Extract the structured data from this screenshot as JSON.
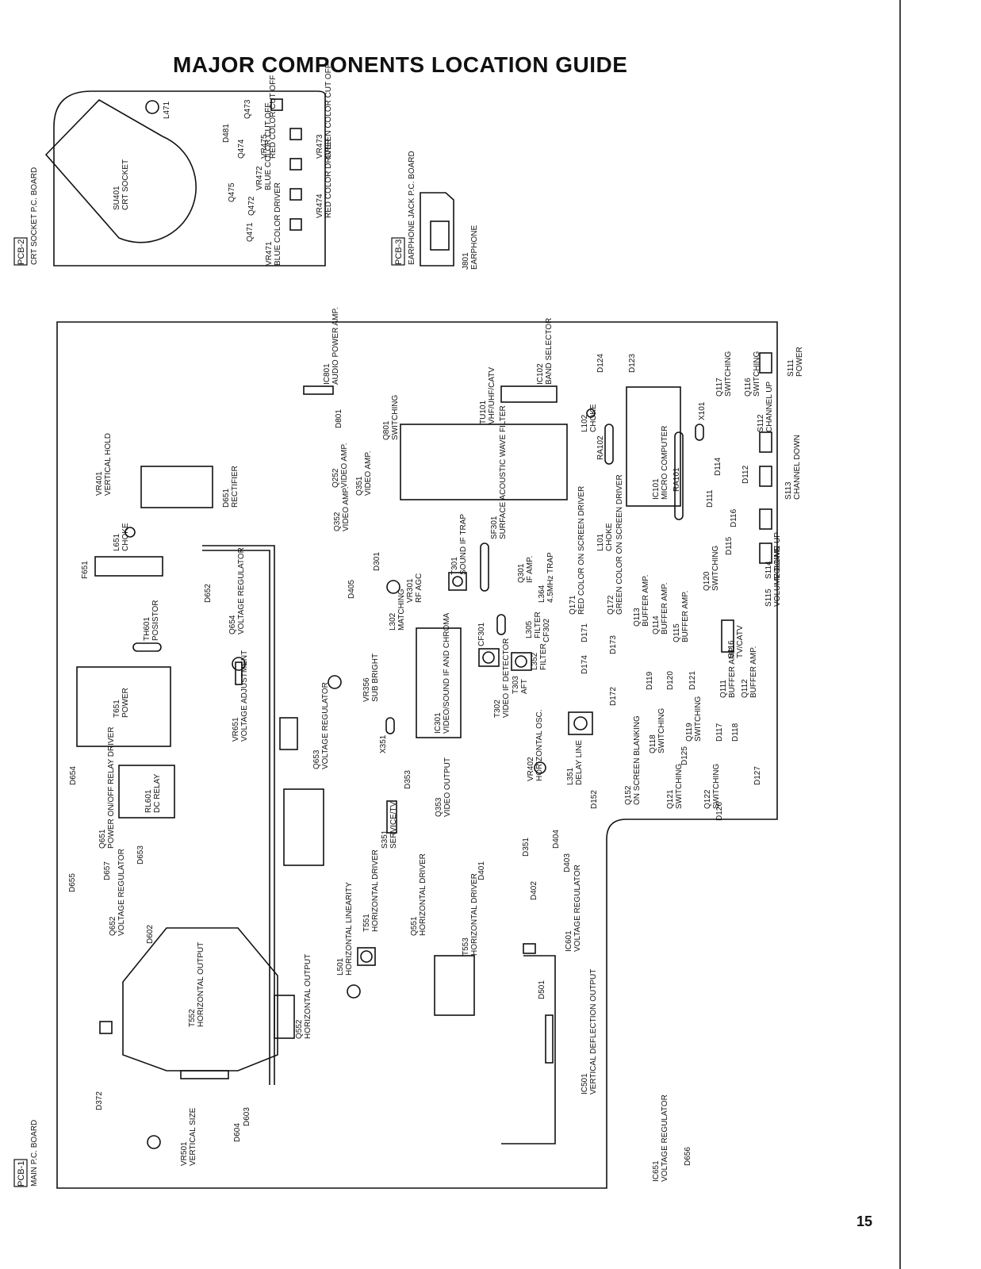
{
  "title": "MAJOR COMPONENTS LOCATION GUIDE",
  "page_number": "15",
  "boards": {
    "pcb2": {
      "tag": "PCB-2",
      "name": "CRT SOCKET P.C. BOARD"
    },
    "pcb3": {
      "tag": "PCB-3",
      "name": "EARPHONE JACK P.C. BOARD"
    },
    "pcb1": {
      "tag": "PCB-1",
      "name": "MAIN P.C. BOARD"
    }
  },
  "components": [
    {
      "ref": "SU401",
      "desc": "CRT SOCKET"
    },
    {
      "ref": "L471",
      "desc": ""
    },
    {
      "ref": "D481",
      "desc": ""
    },
    {
      "ref": "Q473",
      "desc": ""
    },
    {
      "ref": "VR475",
      "desc": "RED COLOR CUT OFF"
    },
    {
      "ref": "Q474",
      "desc": ""
    },
    {
      "ref": "VR473",
      "desc": "GREEN COLOR CUT OFF"
    },
    {
      "ref": "VR472",
      "desc": "BLUE COLOR CUT OFF"
    },
    {
      "ref": "Q475",
      "desc": ""
    },
    {
      "ref": "Q472",
      "desc": ""
    },
    {
      "ref": "VR474",
      "desc": "RED COLOR DRIVER"
    },
    {
      "ref": "Q471",
      "desc": ""
    },
    {
      "ref": "VR471",
      "desc": "BLUE COLOR DRIVER"
    },
    {
      "ref": "J801",
      "desc": "EARPHONE"
    },
    {
      "ref": "VR401",
      "desc": "VERTICAL HOLD"
    },
    {
      "ref": "D651",
      "desc": "RECTIFIER"
    },
    {
      "ref": "L651",
      "desc": "CHOKE"
    },
    {
      "ref": "F651",
      "desc": ""
    },
    {
      "ref": "D652",
      "desc": ""
    },
    {
      "ref": "Q654",
      "desc": "VOLTAGE REGULATOR"
    },
    {
      "ref": "TH601",
      "desc": "POSISTOR"
    },
    {
      "ref": "VR651",
      "desc": "VOLTAGE ADJUSTMENT"
    },
    {
      "ref": "T651",
      "desc": "POWER"
    },
    {
      "ref": "D654",
      "desc": ""
    },
    {
      "ref": "RL601",
      "desc": "DC RELAY"
    },
    {
      "ref": "Q651",
      "desc": "POWER ON/OFF RELAY DRIVER"
    },
    {
      "ref": "D653",
      "desc": ""
    },
    {
      "ref": "D655",
      "desc": ""
    },
    {
      "ref": "D657",
      "desc": ""
    },
    {
      "ref": "Q652",
      "desc": "VOLTAGE REGULATOR"
    },
    {
      "ref": "D602",
      "desc": ""
    },
    {
      "ref": "T552",
      "desc": "HORIZONTAL OUTPUT"
    },
    {
      "ref": "D372",
      "desc": ""
    },
    {
      "ref": "VR501",
      "desc": "VERTICAL SIZE"
    },
    {
      "ref": "D603",
      "desc": ""
    },
    {
      "ref": "D604",
      "desc": ""
    },
    {
      "ref": "IC801",
      "desc": "AUDIO POWER AMP."
    },
    {
      "ref": "D801",
      "desc": ""
    },
    {
      "ref": "Q801",
      "desc": "SWITCHING"
    },
    {
      "ref": "Q252",
      "desc": "VIDEO AMP."
    },
    {
      "ref": "Q351",
      "desc": "VIDEO AMP."
    },
    {
      "ref": "Q352",
      "desc": "VIDEO AMP."
    },
    {
      "ref": "D405",
      "desc": ""
    },
    {
      "ref": "D301",
      "desc": ""
    },
    {
      "ref": "VR301",
      "desc": "RF AGC"
    },
    {
      "ref": "L302",
      "desc": "MATCHING"
    },
    {
      "ref": "VR356",
      "desc": "SUB BRIGHT"
    },
    {
      "ref": "IC301",
      "desc": "VIDEO/SOUND IF AND CHROMA"
    },
    {
      "ref": "X351",
      "desc": ""
    },
    {
      "ref": "Q653",
      "desc": "VOLTAGE REGULATOR"
    },
    {
      "ref": "D353",
      "desc": ""
    },
    {
      "ref": "Q353",
      "desc": "VIDEO OUTPUT"
    },
    {
      "ref": "S351",
      "desc": "SERVICE/TV"
    },
    {
      "ref": "T551",
      "desc": "HORIZONTAL DRIVER"
    },
    {
      "ref": "Q551",
      "desc": "HORIZONTAL DRIVER"
    },
    {
      "ref": "L501",
      "desc": "HORIZONTAL LINEARITY"
    },
    {
      "ref": "Q552",
      "desc": "HORIZONTAL OUTPUT"
    },
    {
      "ref": "TU101",
      "desc": "VHF/UHF/CATV"
    },
    {
      "ref": "IC102",
      "desc": "BAND SELECTOR"
    },
    {
      "ref": "T301",
      "desc": "SOUND IF TRAP"
    },
    {
      "ref": "SF301",
      "desc": "SURFACE ACOUSTIC WAVE FILTER"
    },
    {
      "ref": "Q301",
      "desc": "IF AMP."
    },
    {
      "ref": "L364",
      "desc": "4.5MHz TRAP"
    },
    {
      "ref": "CF301",
      "desc": ""
    },
    {
      "ref": "CF302",
      "desc": ""
    },
    {
      "ref": "L305",
      "desc": "FILTER"
    },
    {
      "ref": "L352",
      "desc": "FILTER"
    },
    {
      "ref": "T302",
      "desc": "VIDEO IF DETECTOR"
    },
    {
      "ref": "T303",
      "desc": "AFT"
    },
    {
      "ref": "VR402",
      "desc": "HORIZONTAL OSC."
    },
    {
      "ref": "L351",
      "desc": "DELAY LINE"
    },
    {
      "ref": "D152",
      "desc": ""
    },
    {
      "ref": "Q152",
      "desc": "ON SCREEN BLANKING"
    },
    {
      "ref": "D351",
      "desc": ""
    },
    {
      "ref": "D401",
      "desc": ""
    },
    {
      "ref": "D402",
      "desc": ""
    },
    {
      "ref": "D404",
      "desc": ""
    },
    {
      "ref": "D403",
      "desc": ""
    },
    {
      "ref": "T553",
      "desc": "HORIZONTAL DRIVER"
    },
    {
      "ref": "IC601",
      "desc": "VOLTAGE REGULATOR"
    },
    {
      "ref": "D501",
      "desc": ""
    },
    {
      "ref": "IC501",
      "desc": "VERTICAL DEFLECTION OUTPUT"
    },
    {
      "ref": "D124",
      "desc": ""
    },
    {
      "ref": "D123",
      "desc": ""
    },
    {
      "ref": "L102",
      "desc": "CHOKE"
    },
    {
      "ref": "IC101",
      "desc": "MICRO COMPUTER"
    },
    {
      "ref": "RA102",
      "desc": ""
    },
    {
      "ref": "RA101",
      "desc": ""
    },
    {
      "ref": "X101",
      "desc": ""
    },
    {
      "ref": "L101",
      "desc": "CHOKE"
    },
    {
      "ref": "Q171",
      "desc": "RED COLOR ON SCREEN DRIVER"
    },
    {
      "ref": "Q172",
      "desc": "GREEN COLOR ON SCREEN DRIVER"
    },
    {
      "ref": "D174",
      "desc": ""
    },
    {
      "ref": "D171",
      "desc": ""
    },
    {
      "ref": "D172",
      "desc": ""
    },
    {
      "ref": "D173",
      "desc": ""
    },
    {
      "ref": "Q113",
      "desc": "BUFFER AMP."
    },
    {
      "ref": "Q114",
      "desc": "BUFFER AMP."
    },
    {
      "ref": "Q115",
      "desc": "BUFFER AMP."
    },
    {
      "ref": "D119",
      "desc": ""
    },
    {
      "ref": "D120",
      "desc": ""
    },
    {
      "ref": "D121",
      "desc": ""
    },
    {
      "ref": "Q118",
      "desc": "SWITCHING"
    },
    {
      "ref": "Q119",
      "desc": "SWITCHING"
    },
    {
      "ref": "D125",
      "desc": ""
    },
    {
      "ref": "D117",
      "desc": ""
    },
    {
      "ref": "D118",
      "desc": ""
    },
    {
      "ref": "Q121",
      "desc": "SWITCHING"
    },
    {
      "ref": "Q122",
      "desc": "SWITCHING"
    },
    {
      "ref": "D126",
      "desc": ""
    },
    {
      "ref": "D127",
      "desc": ""
    },
    {
      "ref": "D111",
      "desc": ""
    },
    {
      "ref": "D114",
      "desc": ""
    },
    {
      "ref": "D112",
      "desc": ""
    },
    {
      "ref": "D116",
      "desc": ""
    },
    {
      "ref": "D115",
      "desc": ""
    },
    {
      "ref": "Q120",
      "desc": "SWITCHING"
    },
    {
      "ref": "S116",
      "desc": "TV/CATV"
    },
    {
      "ref": "Q111",
      "desc": "BUFFER AMP."
    },
    {
      "ref": "Q112",
      "desc": "BUFFER AMP."
    },
    {
      "ref": "Q117",
      "desc": "SWITCHING"
    },
    {
      "ref": "Q116",
      "desc": "SWITCHING"
    },
    {
      "ref": "S111",
      "desc": "POWER"
    },
    {
      "ref": "S112",
      "desc": "CHANNEL UP"
    },
    {
      "ref": "S113",
      "desc": "CHANNEL DOWN"
    },
    {
      "ref": "S114",
      "desc": "VOLUME UP"
    },
    {
      "ref": "S115",
      "desc": "VOLUME DOWN"
    },
    {
      "ref": "IC651",
      "desc": "VOLTAGE REGULATOR"
    },
    {
      "ref": "D656",
      "desc": ""
    }
  ]
}
